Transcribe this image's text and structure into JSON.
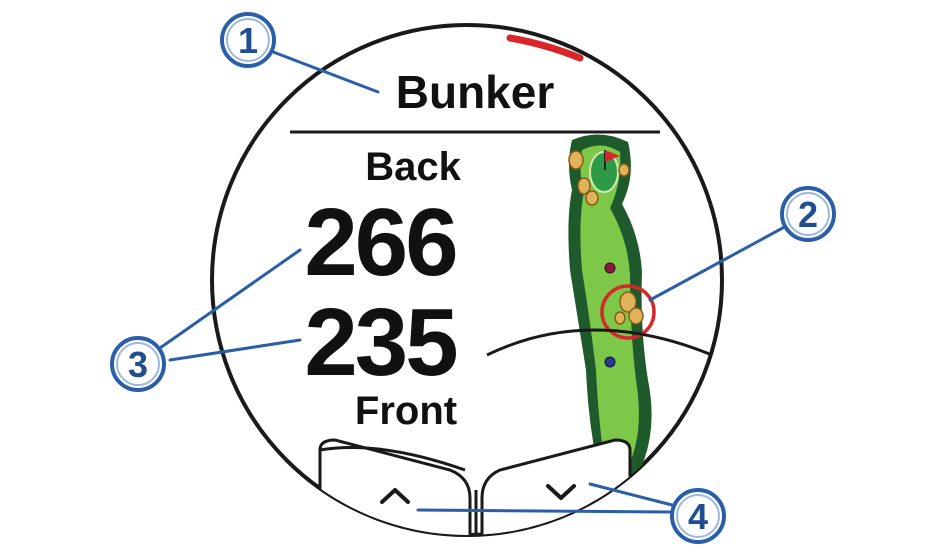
{
  "screen": {
    "title": "Bunker",
    "back_label": "Back",
    "back_distance": "266",
    "front_distance": "235",
    "front_label": "Front"
  },
  "callouts": [
    {
      "number": "1"
    },
    {
      "number": "2"
    },
    {
      "number": "3"
    },
    {
      "number": "4"
    }
  ],
  "icons": {
    "prev_button": "chevron-up-icon",
    "next_button": "chevron-down-icon",
    "hazard": "bunker-icon",
    "pin": "flag-icon"
  },
  "colors": {
    "callout_blue": "#2a5ea8",
    "hazard_highlight": "#d8262a",
    "fairway_green": "#7ec849",
    "rough_dark": "#1f5a2c",
    "bunker_sand": "#e0b25a"
  }
}
